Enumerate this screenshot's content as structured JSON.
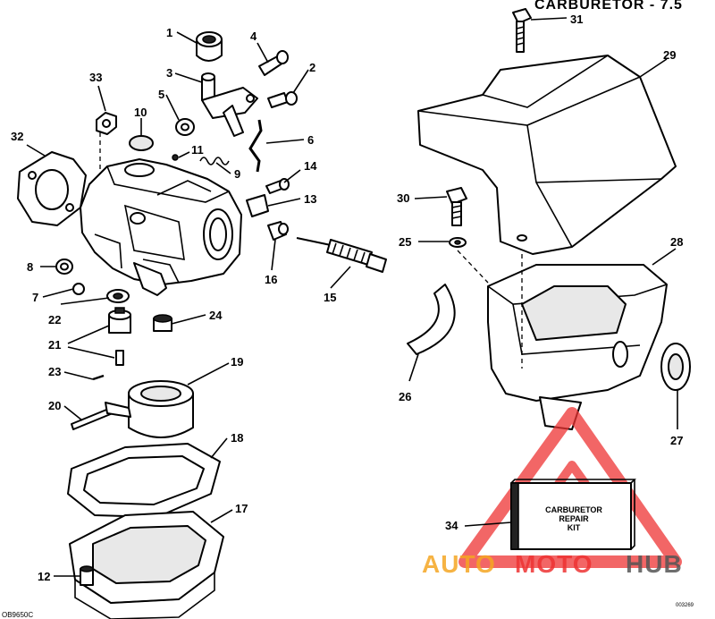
{
  "header": {
    "title": "CARBURETOR - 7.5"
  },
  "callouts": [
    "1",
    "2",
    "3",
    "4",
    "5",
    "6",
    "7",
    "8",
    "9",
    "10",
    "11",
    "12",
    "13",
    "14",
    "15",
    "16",
    "17",
    "18",
    "19",
    "20",
    "21",
    "22",
    "23",
    "24",
    "25",
    "26",
    "27",
    "28",
    "29",
    "30",
    "31",
    "32",
    "33",
    "34"
  ],
  "kit_box": {
    "line1": "CARBURETOR",
    "line2": "REPAIR",
    "line3": "KIT"
  },
  "footer": {
    "figure_code": "OB9650C",
    "sheet_code": "003269"
  },
  "watermark": {
    "text_part1": "AUTO",
    "text_part2": "MOTO",
    "text_part3": "HUB",
    "colors": {
      "triangle": "#ee3333",
      "orange": "#f5a623",
      "grey": "#555555"
    }
  }
}
